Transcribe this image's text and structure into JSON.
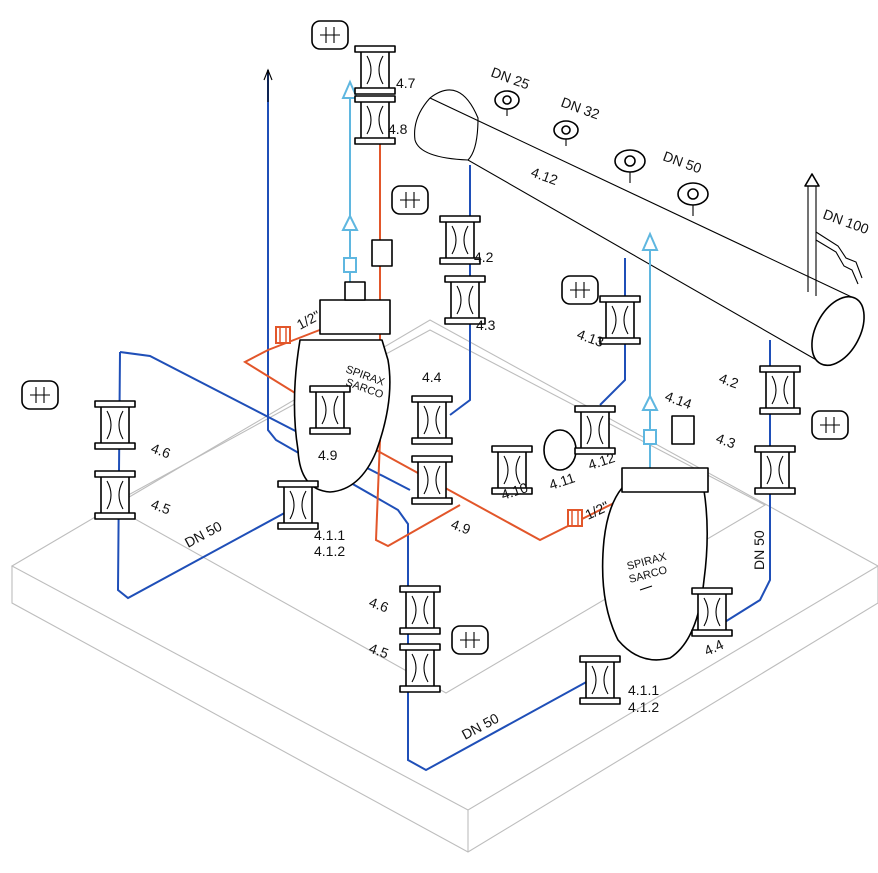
{
  "colors": {
    "background": "#ffffff",
    "baseplate": "#bdbdbd",
    "condensate_line": "#1f4fb8",
    "motive_steam_line": "#e2562a",
    "vent_line": "#5fb7e0",
    "equipment": "#000000"
  },
  "receiver": {
    "tag": "4.12",
    "nozzles": [
      "DN 25",
      "DN 32",
      "DN 50"
    ],
    "vent_pipe": "DN 100"
  },
  "left_unit": {
    "pump_brand_line1": "SPIRAX",
    "pump_brand_line2": "SARCO",
    "pump_tags": [
      "4.1.1",
      "4.1.2"
    ],
    "steam_size": "1/2\"",
    "top_valve_tags": [
      "4.7",
      "4.8"
    ],
    "mid_valve_tags": [
      "4.2",
      "4.3"
    ],
    "side_valve_tags": [
      "4.6",
      "4.5"
    ],
    "check_valve_tag": "4.4",
    "trap_tag_upper": "4.9",
    "trap_tag_lower": "4.9",
    "pipe_size": "DN 50"
  },
  "right_unit": {
    "pump_brand_line1": "SPIRAX",
    "pump_brand_line2": "SARCO",
    "pump_tags": [
      "4.1.1",
      "4.1.2"
    ],
    "steam_size": "1/2\"",
    "vent_tag": "4.14",
    "valve_tags": [
      "4.2",
      "4.3"
    ],
    "check_valve_tag": "4.4",
    "upper_valve_tag": "4.13",
    "side_valve_tags": [
      "4.6",
      "4.5"
    ],
    "pipe_size_vertical": "DN 50",
    "pipe_size_bottom": "DN 50",
    "inline_tags": [
      "4.10",
      "4.11",
      "4.12"
    ]
  }
}
